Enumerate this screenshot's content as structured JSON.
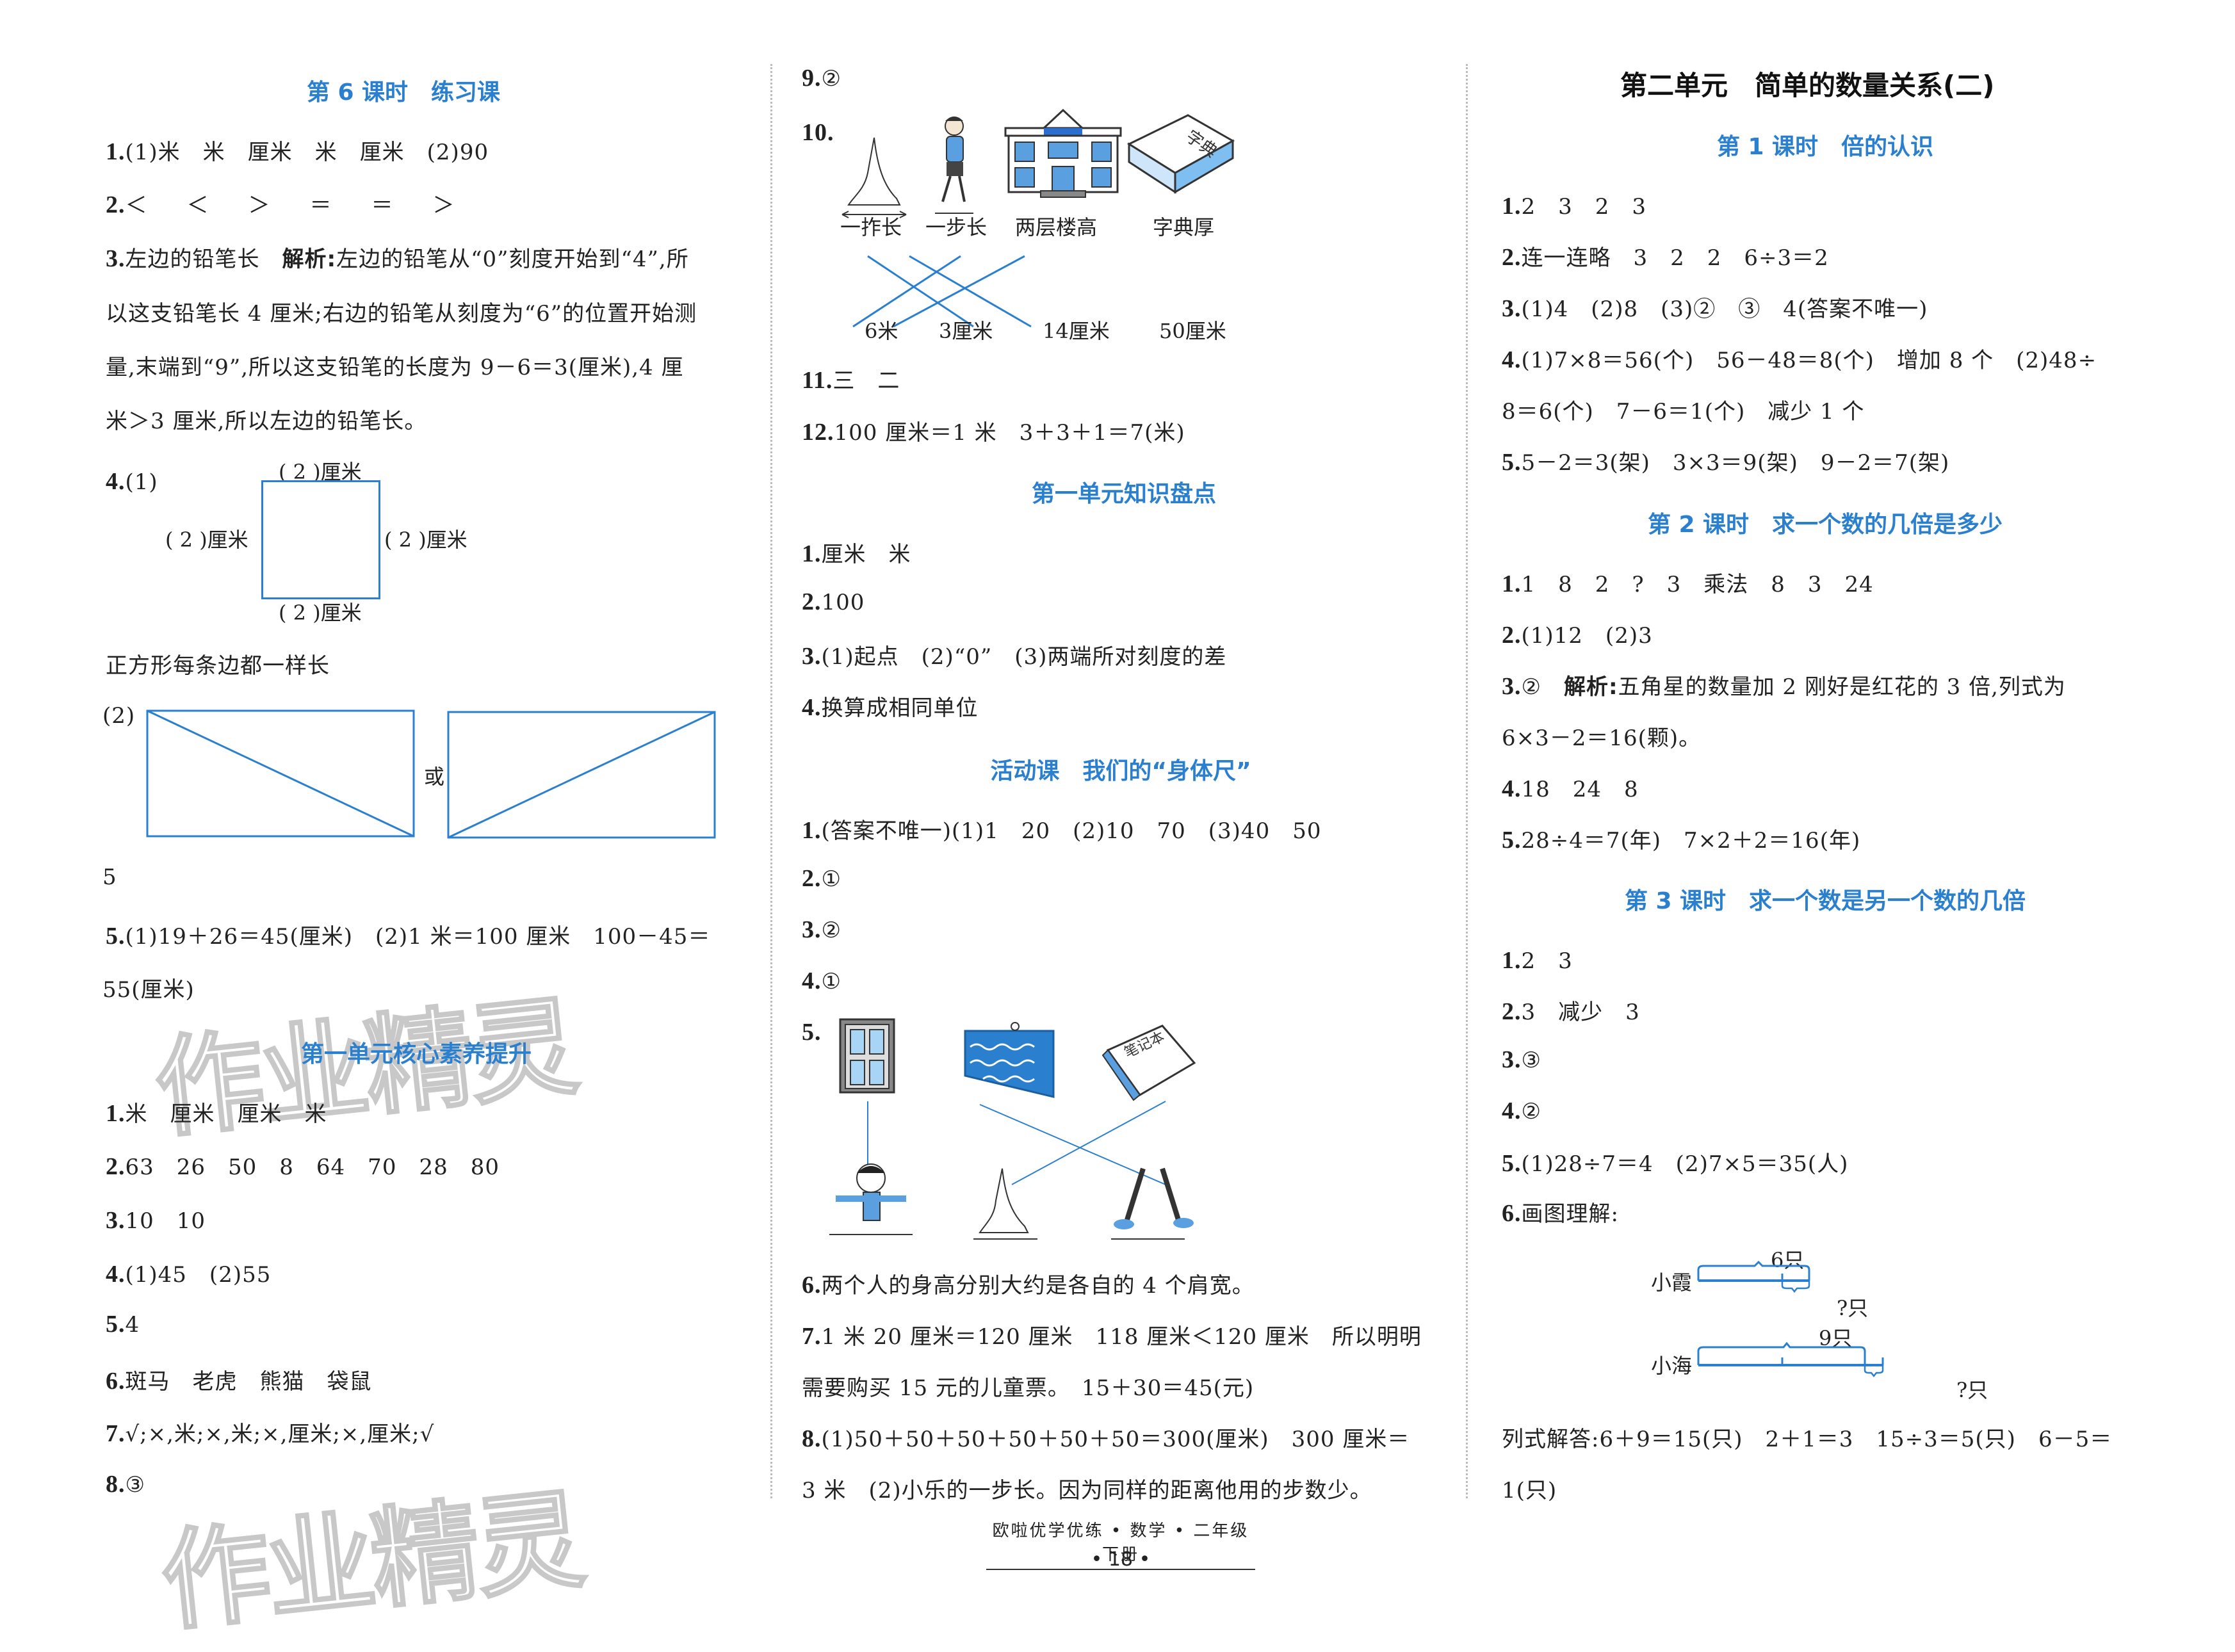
{
  "colors": {
    "accent_blue": "#2a7fcf",
    "text": "#222222",
    "divider": "#bbbbbb"
  },
  "left": {
    "heading1": "第 6 课时　练习课",
    "items": [
      {
        "num": "1.",
        "text": "(1)米　米　厘米　米　厘米　(2)90"
      },
      {
        "num": "2.",
        "text": "＜　＜　＞　＝　＝　＞"
      },
      {
        "num": "3.",
        "text": "左边的铅笔长　",
        "bold": "解析:",
        "text2": "左边的铅笔从“0”刻度开始到“4”,所"
      },
      {
        "text": "以这支铅笔长 4 厘米;右边的铅笔从刻度为“6”的位置开始测"
      },
      {
        "text": "量,末端到“9”,所以这支铅笔的长度为 9－6＝3(厘米),4 厘"
      },
      {
        "text": "米＞3 厘米,所以左边的铅笔长。"
      }
    ],
    "q4": {
      "num": "4.",
      "part1": "(1)",
      "top_label": "( 2 )厘米",
      "left_label": "( 2 )厘米",
      "right_label": "( 2 )厘米",
      "bottom_label": "( 2 )厘米",
      "note": "正方形每条边都一样长",
      "part2": "(2)",
      "or": "或",
      "answer": "5"
    },
    "q5": {
      "num": "5.",
      "line1": "(1)19＋26＝45(厘米)　(2)1 米＝100 厘米　100－45＝",
      "line2": "55(厘米)"
    },
    "heading2": "第一单元核心素养提升",
    "items2": [
      {
        "num": "1.",
        "text": "米　厘米　厘米　米"
      },
      {
        "num": "2.",
        "text": "63　26　50　8　64　70　28　80"
      },
      {
        "num": "3.",
        "text": "10　10"
      },
      {
        "num": "4.",
        "text": "(1)45　(2)55"
      },
      {
        "num": "5.",
        "text": "4"
      },
      {
        "num": "6.",
        "text": "斑马　老虎　熊猫　袋鼠"
      },
      {
        "num": "7.",
        "text": "√;×,米;×,米;×,厘米;×,厘米;√"
      },
      {
        "num": "8.",
        "text": "③"
      }
    ],
    "watermark": "作业精灵"
  },
  "middle": {
    "items": [
      {
        "num": "9.",
        "text": "②"
      },
      {
        "num": "10.",
        "text": ""
      }
    ],
    "q10": {
      "top_labels": [
        "一拃长",
        "一步长",
        "两层楼高",
        "字典厚"
      ],
      "bottom_labels": [
        "6米",
        "3厘米",
        "14厘米",
        "50厘米"
      ],
      "dictionary_text": "字典"
    },
    "items_b": [
      {
        "num": "11.",
        "text": "三　二"
      },
      {
        "num": "12.",
        "text": "100 厘米＝1 米　3＋3＋1＝7(米)"
      }
    ],
    "heading1": "第一单元知识盘点",
    "items2": [
      {
        "num": "1.",
        "text": "厘米　米"
      },
      {
        "num": "2.",
        "text": "100"
      },
      {
        "num": "3.",
        "text": "(1)起点　(2)“0”　(3)两端所对刻度的差"
      },
      {
        "num": "4.",
        "text": "换算成相同单位"
      }
    ],
    "heading2": "活动课　我们的“身体尺”",
    "items3": [
      {
        "num": "1.",
        "text": "(答案不唯一)(1)1　20　(2)10　70　(3)40　50"
      },
      {
        "num": "2.",
        "text": "①"
      },
      {
        "num": "3.",
        "text": "②"
      },
      {
        "num": "4.",
        "text": "①"
      },
      {
        "num": "5.",
        "text": ""
      }
    ],
    "q5": {
      "notebook_text": "笔记本"
    },
    "items4": [
      {
        "num": "6.",
        "text": "两个人的身高分别大约是各自的 4 个肩宽。"
      },
      {
        "num": "7.",
        "text": "1 米 20 厘米＝120 厘米　118 厘米＜120 厘米　所以明明"
      },
      {
        "text": "需要购买 15 元的儿童票。　15＋30＝45(元)"
      },
      {
        "num": "8.",
        "text": "(1)50＋50＋50＋50＋50＋50＝300(厘米)　300 厘米＝"
      },
      {
        "text": "3 米　(2)小乐的一步长。因为同样的距离他用的步数少。"
      }
    ]
  },
  "right": {
    "unit_title": "第二单元　简单的数量关系(二)",
    "heading1": "第 1 课时　倍的认识",
    "items1": [
      {
        "num": "1.",
        "text": "2　3　2　3"
      },
      {
        "num": "2.",
        "text": "连一连略　3　2　2　6÷3＝2"
      },
      {
        "num": "3.",
        "text": "(1)4　(2)8　(3)②　③　4(答案不唯一)"
      },
      {
        "num": "4.",
        "text": "(1)7×8＝56(个)　56－48＝8(个)　增加 8 个　(2)48÷"
      },
      {
        "text": "8＝6(个)　7－6＝1(个)　减少 1 个"
      },
      {
        "num": "5.",
        "text": "5－2＝3(架)　3×3＝9(架)　9－2＝7(架)"
      }
    ],
    "heading2": "第 2 课时　求一个数的几倍是多少",
    "items2": [
      {
        "num": "1.",
        "text": "1　8　2　?　3　乘法　8　3　24"
      },
      {
        "num": "2.",
        "text": "(1)12　(2)3"
      },
      {
        "num": "3.",
        "text": "②　",
        "bold": "解析:",
        "text2": "五角星的数量加 2 刚好是红花的 3 倍,列式为"
      },
      {
        "text": "6×3－2＝16(颗)。"
      },
      {
        "num": "4.",
        "text": "18　24　8"
      },
      {
        "num": "5.",
        "text": "28÷4＝7(年)　7×2＋2＝16(年)"
      }
    ],
    "heading3": "第 3 课时　求一个数是另一个数的几倍",
    "items3": [
      {
        "num": "1.",
        "text": "2　3"
      },
      {
        "num": "2.",
        "text": "3　减少　3"
      },
      {
        "num": "3.",
        "text": "③"
      },
      {
        "num": "4.",
        "text": "②"
      },
      {
        "num": "5.",
        "text": "(1)28÷7＝4　(2)7×5＝35(人)"
      },
      {
        "num": "6.",
        "text": "画图理解:"
      }
    ],
    "diagram": {
      "row1_name": "小霞",
      "row1_total": "6只",
      "row1_q": "?只",
      "row2_name": "小海",
      "row2_total": "9只",
      "row2_q": "?只"
    },
    "solution": {
      "line1": "列式解答:6＋9＝15(只)　2＋1＝3　15÷3＝5(只)　6－5＝",
      "line2": "1(只)"
    }
  },
  "footer": {
    "title": "欧啦优学优练 • 数学 • 二年级下册",
    "page": "• 18 •"
  }
}
